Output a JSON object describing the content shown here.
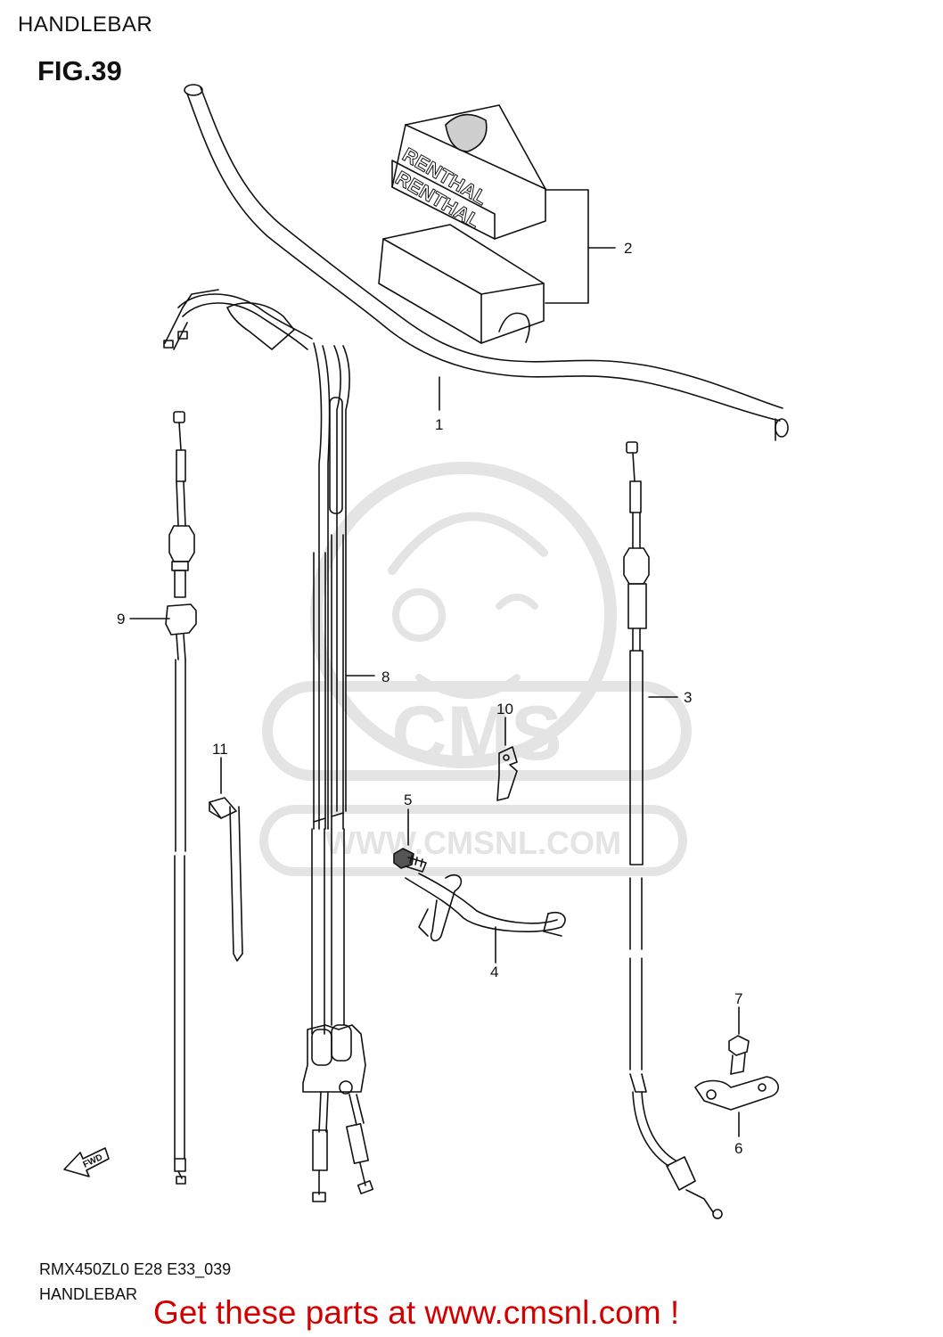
{
  "header": {
    "title": "HANDLEBAR",
    "figure": "FIG.39"
  },
  "watermark": {
    "logo": "CMS",
    "url": "WWW.CMSNL.COM",
    "color": "#e4e4e4"
  },
  "pad": {
    "brand_top": "RENTHAL",
    "brand_bottom": "RENTHAL"
  },
  "arrow": {
    "label": "FWD"
  },
  "callouts": [
    "1",
    "2",
    "3",
    "4",
    "5",
    "6",
    "7",
    "8",
    "9",
    "10",
    "11"
  ],
  "footer": {
    "code": "RMX450ZL0 E28 E33_039",
    "name": "HANDLEBAR",
    "promo": "Get these parts at www.cmsnl.com !",
    "promo_color": "#d40000"
  }
}
